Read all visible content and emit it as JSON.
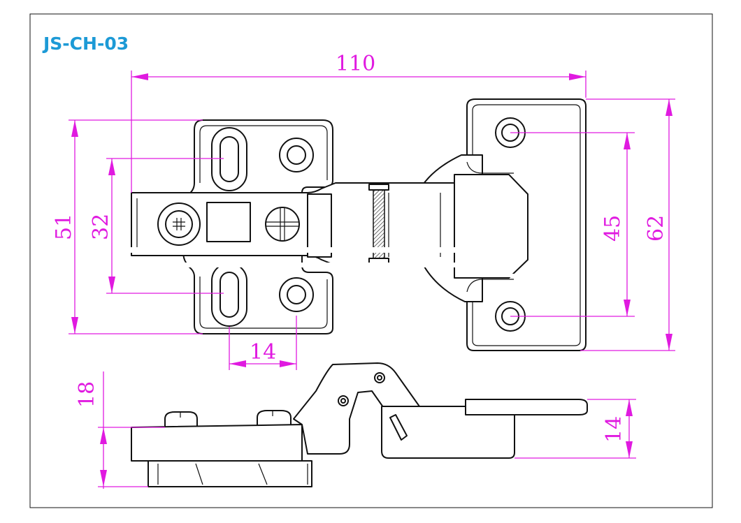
{
  "title": "JS-CH-03",
  "dimensions": {
    "overall_length": "110",
    "plate_height": "51",
    "plate_hole_spacing": "32",
    "cup_hole_spacing": "45",
    "cup_plate_height": "62",
    "plate_hole_offset": "14",
    "side_height": "18",
    "side_depth": "14"
  },
  "colors": {
    "dimension": "#e01ae0",
    "title": "#1d9ad6",
    "outline": "#111111"
  }
}
